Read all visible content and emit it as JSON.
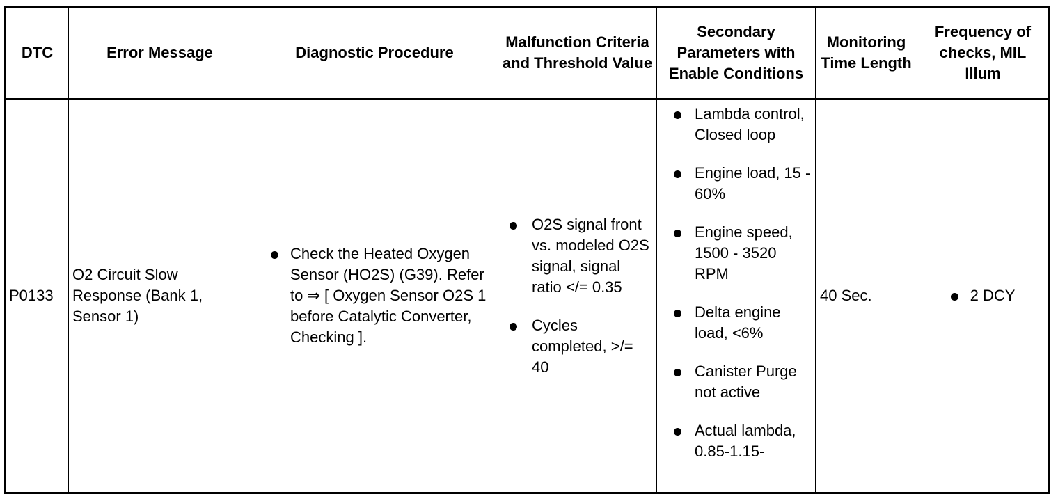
{
  "table": {
    "headers": {
      "dtc": "DTC",
      "error_message": "Error Message",
      "diagnostic_procedure": "Diagnostic Procedure",
      "malfunction_criteria": "Malfunction Criteria and Threshold Value",
      "secondary_parameters": "Secondary Parameters with Enable Conditions",
      "monitoring_time": "Monitoring Time Length",
      "frequency": "Frequency of checks, MIL Illum"
    },
    "row": {
      "dtc": "P0133",
      "error_message": "O2 Circuit Slow Response (Bank 1, Sensor 1)",
      "diagnostic_procedure": [
        "Check the Heated Oxygen Sensor (HO2S) (G39). Refer to ⇒ [ Oxygen Sensor O2S 1 before Catalytic Converter, Checking ]."
      ],
      "malfunction_criteria": [
        "O2S signal front vs. modeled O2S signal, signal ratio </= 0.35",
        "Cycles completed, >/= 40"
      ],
      "secondary_parameters": [
        "Lambda control, Closed loop",
        "Engine load, 15 - 60%",
        "Engine speed, 1500 - 3520 RPM",
        "Delta engine load, <6%",
        "Canister Purge not active",
        "Actual lambda, 0.85-1.15-"
      ],
      "monitoring_time": "40 Sec.",
      "frequency": [
        "2 DCY"
      ]
    }
  }
}
